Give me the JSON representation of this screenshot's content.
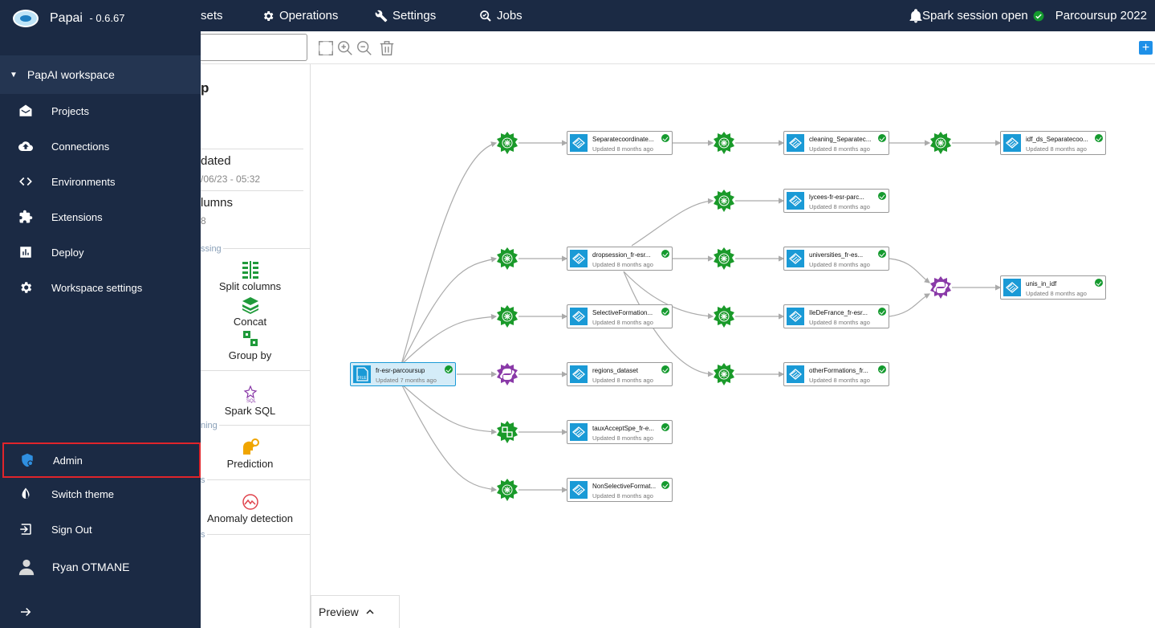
{
  "topbar": {
    "nav": [
      {
        "label": "sets",
        "icon": "datasets-icon"
      },
      {
        "label": "Operations",
        "icon": "gear-icon"
      },
      {
        "label": "Settings",
        "icon": "wrench-icon"
      },
      {
        "label": "Jobs",
        "icon": "jobs-icon"
      }
    ],
    "spark_status": "Spark session open",
    "project": "Parcoursup 2022"
  },
  "sidebar": {
    "app_name": "Papai",
    "version": "- 0.6.67",
    "workspace": "PapAI workspace",
    "items": [
      {
        "label": "Projects",
        "icon": "projects-icon"
      },
      {
        "label": "Connections",
        "icon": "cloud-upload-icon"
      },
      {
        "label": "Environments",
        "icon": "code-icon"
      },
      {
        "label": "Extensions",
        "icon": "puzzle-icon"
      },
      {
        "label": "Deploy",
        "icon": "chart-icon"
      },
      {
        "label": "Workspace settings",
        "icon": "gear-icon"
      }
    ],
    "bottom_items": [
      {
        "label": "Admin",
        "icon": "admin-shield-icon"
      },
      {
        "label": "Switch theme",
        "icon": "contrast-icon"
      },
      {
        "label": "Sign Out",
        "icon": "sign-out-icon"
      }
    ],
    "user": "Ryan OTMANE"
  },
  "info_panel": {
    "title_fragment": "p",
    "updated_label": "dated",
    "updated_value": "/06/23 - 05:32",
    "columns_label": "lumns",
    "columns_value": "8",
    "section_processing": "ssing",
    "section_learning": "ning",
    "section_s": "s",
    "section_s2": "s",
    "tools": [
      {
        "label": "Split columns",
        "icon": "split-columns-icon"
      },
      {
        "label": "Concat",
        "icon": "concat-icon"
      },
      {
        "label": "Group by",
        "icon": "group-by-icon"
      },
      {
        "label": "Spark SQL",
        "icon": "spark-sql-icon"
      },
      {
        "label": "Prediction",
        "icon": "prediction-icon"
      },
      {
        "label": "Anomaly detection",
        "icon": "anomaly-icon"
      }
    ]
  },
  "flow": {
    "updated_recent": "Updated 7 months ago",
    "updated_old": "Updated 8 months ago",
    "nodes": [
      {
        "name": "fr-esr-parcoursup",
        "updated": "Updated 7 months ago"
      },
      {
        "name": "Separatecoordinate...",
        "updated": "Updated 8 months ago"
      },
      {
        "name": "cleaning_Separatec...",
        "updated": "Updated 8 months ago"
      },
      {
        "name": "idf_ds_Separatecoo...",
        "updated": "Updated 8 months ago"
      },
      {
        "name": "lycees-fr-esr-parc...",
        "updated": "Updated 8 months ago"
      },
      {
        "name": "dropsession_fr-esr...",
        "updated": "Updated 8 months ago"
      },
      {
        "name": "universities_fr-es...",
        "updated": "Updated 8 months ago"
      },
      {
        "name": "unis_in_idf",
        "updated": "Updated 8 months ago"
      },
      {
        "name": "SelectiveFormation...",
        "updated": "Updated 8 months ago"
      },
      {
        "name": "IleDeFrance_fr-esr...",
        "updated": "Updated 8 months ago"
      },
      {
        "name": "regions_dataset",
        "updated": "Updated 8 months ago"
      },
      {
        "name": "otherFormations_fr...",
        "updated": "Updated 8 months ago"
      },
      {
        "name": "tauxAcceptSpe_fr-e...",
        "updated": "Updated 8 months ago"
      },
      {
        "name": "NonSelectiveFormat...",
        "updated": "Updated 8 months ago"
      }
    ],
    "preview_label": "Preview"
  },
  "colors": {
    "sidebar_bg": "#1b2a44",
    "accent_blue": "#1a9ad6",
    "status_green": "#149a2e",
    "python_purple": "#8a3aa8",
    "highlight_red": "#e0242b"
  }
}
